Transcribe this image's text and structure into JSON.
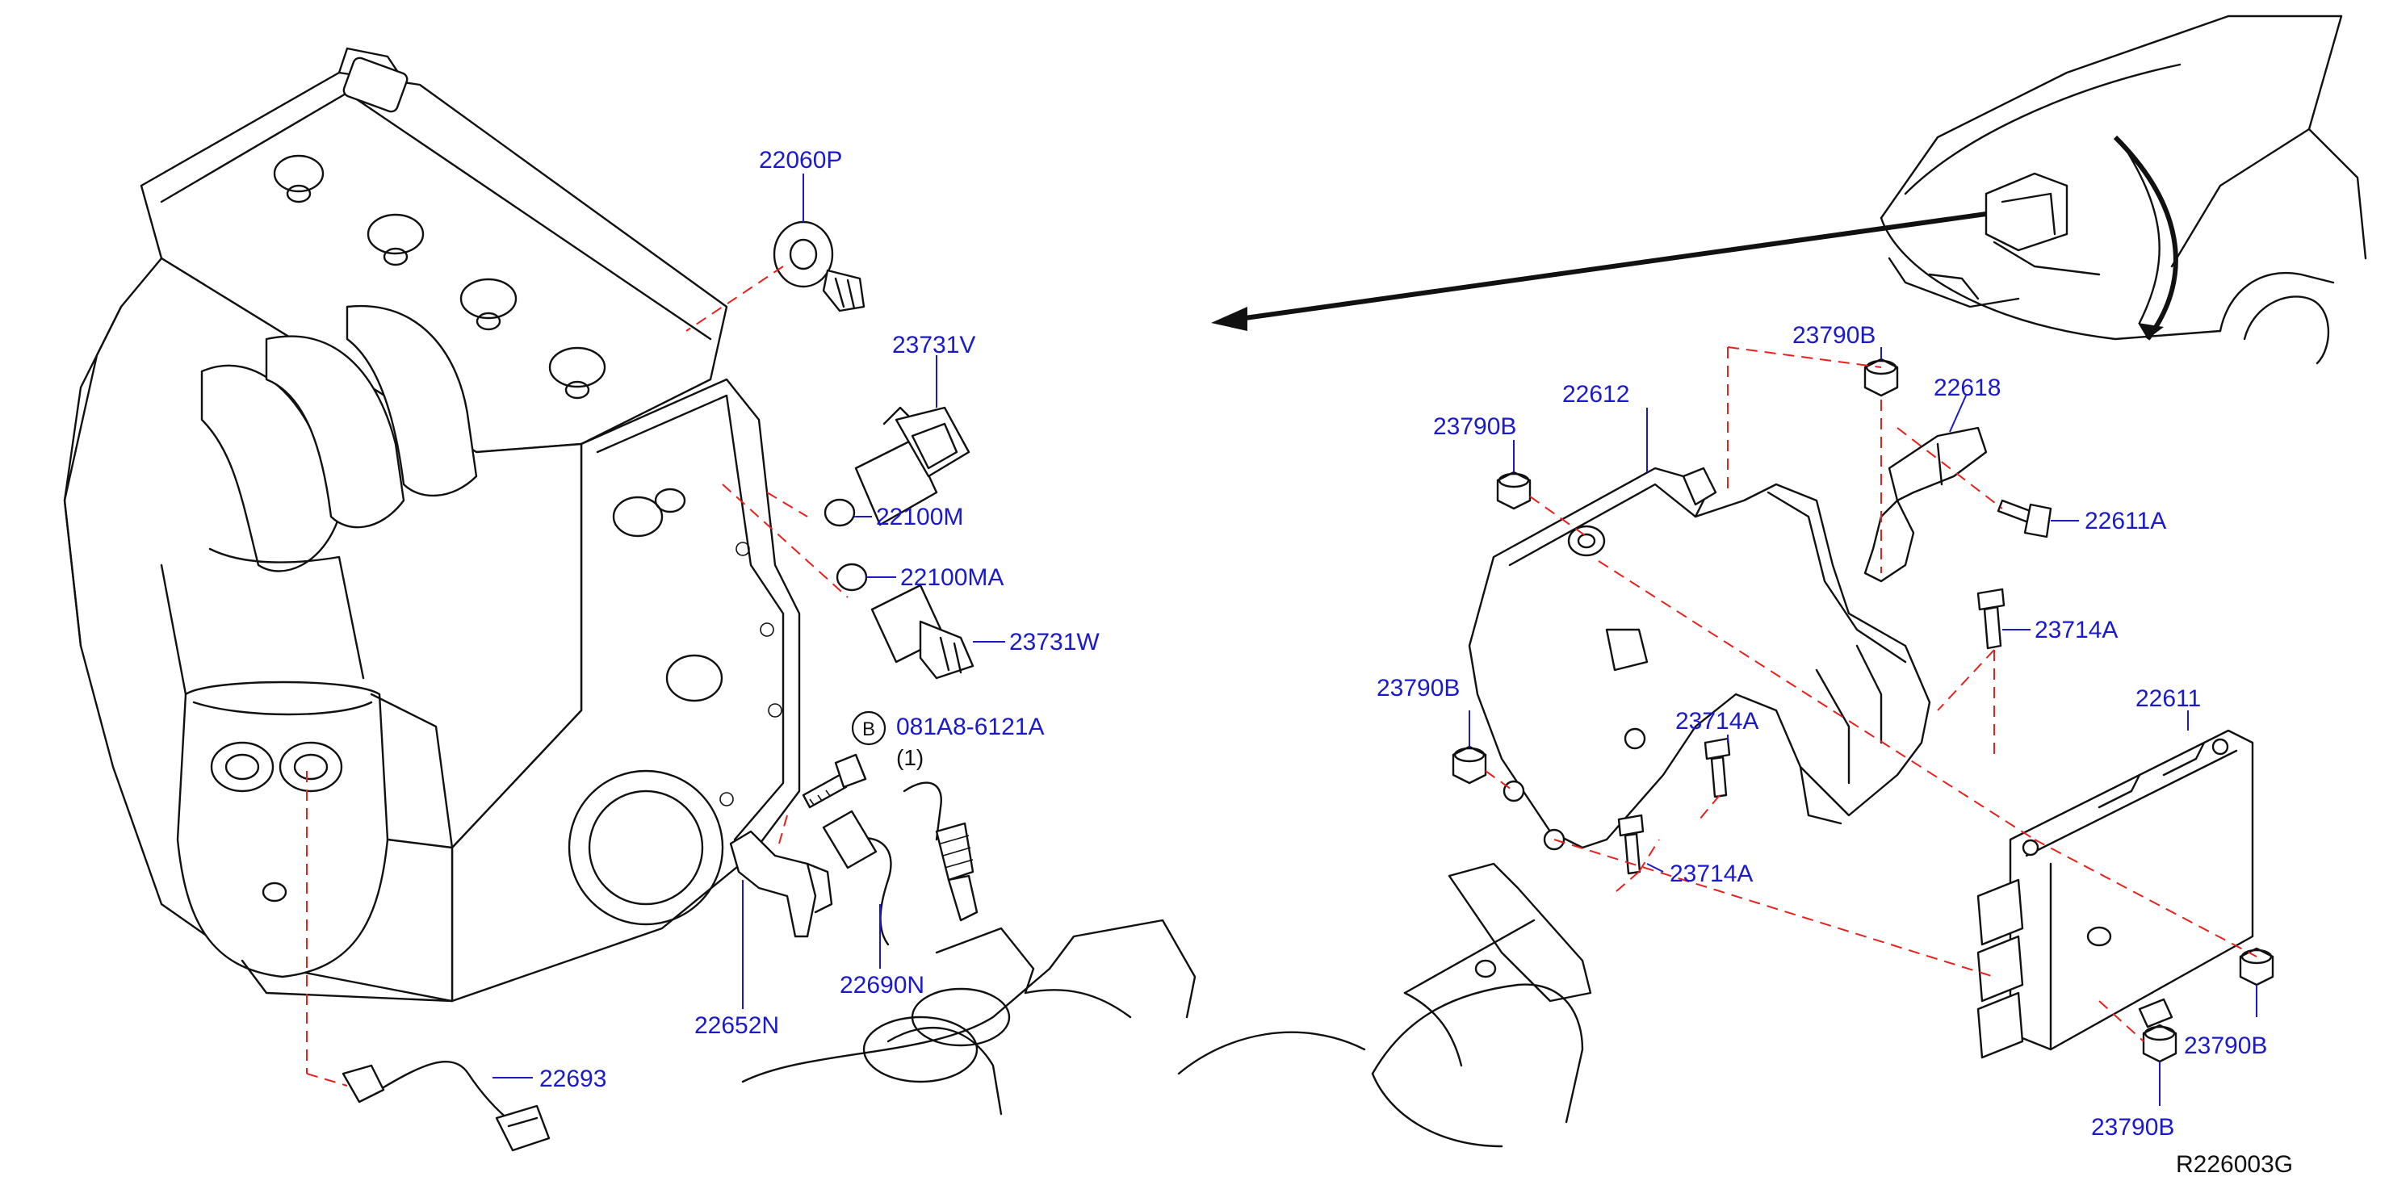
{
  "colors": {
    "callout_text": "#1a1acc",
    "leader": "#1a1acc",
    "dashed_guide": "#e8201c",
    "linework": "#111111",
    "background": "#ffffff"
  },
  "callouts": {
    "p22060P": "22060P",
    "p23731V": "23731V",
    "p22100M": "22100M",
    "p22100MA": "22100MA",
    "p23731W": "23731W",
    "p081A8": "081A8-6121A",
    "p22690N": "22690N",
    "p22652N": "22652N",
    "p22693": "22693",
    "p22612": "22612",
    "p23790B_top": "23790B",
    "p22618": "22618",
    "p23790B_left_upper": "23790B",
    "p22611A": "22611A",
    "p23714A_right": "23714A",
    "p23790B_left_lower": "23790B",
    "p23714A_mid": "23714A",
    "p22611": "22611",
    "p23714A_lower": "23714A",
    "p23790B_right": "23790B",
    "p23790B_bottom": "23790B"
  },
  "circled_letter": "B",
  "quantity_note": "(1)",
  "diagram_code": "R226003G",
  "icons": {
    "engine": "engine-block-drawing",
    "vehicle": "vehicle-front-drawing",
    "ecm": "ecm-module-drawing"
  }
}
